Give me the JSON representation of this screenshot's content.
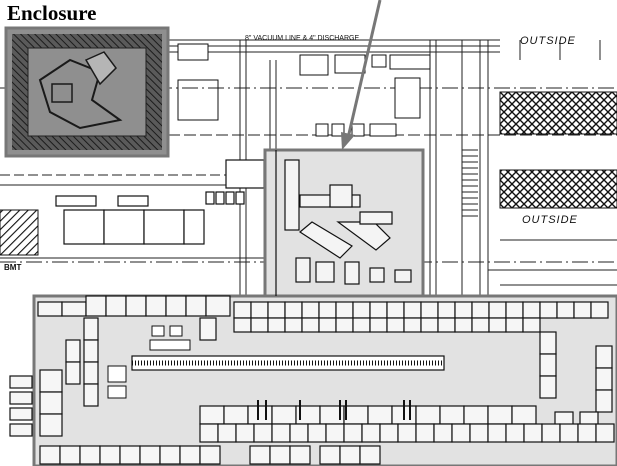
{
  "title": "Enclosure",
  "drawing": {
    "top_note": "8\" VACUUM LINE & 4\" DISCHARGE",
    "outside_label_top": "OUTSIDE",
    "outside_label_mid": "OUTSIDE",
    "baseline_label": "BMT"
  },
  "colors": {
    "enclosure_fill": "#e2e2e2",
    "enclosure_stroke": "#777777",
    "inset_fill": "#8f8f8f",
    "arrow": "#777777",
    "ink": "#111111"
  }
}
